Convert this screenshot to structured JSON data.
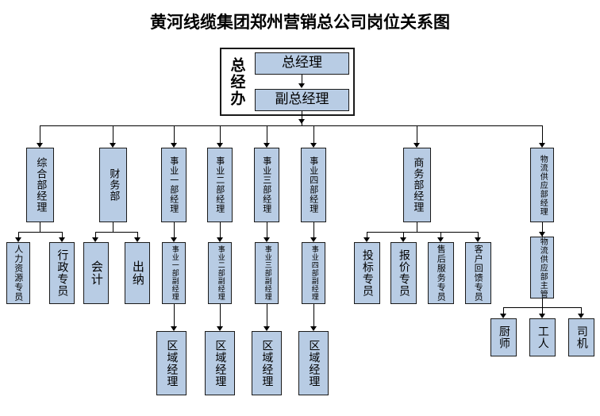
{
  "title": "黄河线缆集团郑州营销总公司岗位关系图",
  "colors": {
    "box_fill": "#b8cce4",
    "box_border": "#1a1a1a",
    "connector": "#000000",
    "background": "#ffffff",
    "text": "#000000"
  },
  "org": {
    "root": {
      "container_label": "总经办",
      "general_manager": "总经理",
      "deputy_general_manager": "副总经理"
    },
    "departments": [
      {
        "id": "general-affairs",
        "label": "综合部经理",
        "children": [
          {
            "id": "hr-specialist",
            "label": "人力资源专员"
          },
          {
            "id": "admin-specialist",
            "label": "行政专员"
          }
        ]
      },
      {
        "id": "finance",
        "label": "财务部",
        "children": [
          {
            "id": "accountant",
            "label": "会计"
          },
          {
            "id": "cashier",
            "label": "出纳"
          }
        ]
      },
      {
        "id": "division-1",
        "label": "事业一部经理",
        "children": [
          {
            "id": "division-1-deputy",
            "label": "事业一部副经理",
            "children": [
              {
                "id": "division-1-regional",
                "label": "区域经理"
              }
            ]
          }
        ]
      },
      {
        "id": "division-2",
        "label": "事业二部经理",
        "children": [
          {
            "id": "division-2-deputy",
            "label": "事业二部副经理",
            "children": [
              {
                "id": "division-2-regional",
                "label": "区域经理"
              }
            ]
          }
        ]
      },
      {
        "id": "division-3",
        "label": "事业三部经理",
        "children": [
          {
            "id": "division-3-deputy",
            "label": "事业三部副经理",
            "children": [
              {
                "id": "division-3-regional",
                "label": "区域经理"
              }
            ]
          }
        ]
      },
      {
        "id": "division-4",
        "label": "事业四部经理",
        "children": [
          {
            "id": "division-4-deputy",
            "label": "事业四部副经理",
            "children": [
              {
                "id": "division-4-regional",
                "label": "区域经理"
              }
            ]
          }
        ]
      },
      {
        "id": "commerce",
        "label": "商务部经理",
        "children": [
          {
            "id": "bidding-specialist",
            "label": "投标专员"
          },
          {
            "id": "quotation-specialist",
            "label": "报价专员"
          },
          {
            "id": "after-sales-specialist",
            "label": "售后服务专员"
          },
          {
            "id": "customer-feedback-specialist",
            "label": "客户回馈专员"
          }
        ]
      },
      {
        "id": "logistics",
        "label": "物流供应部经理",
        "children": [
          {
            "id": "logistics-supervisor",
            "label": "物流供应部主管",
            "children": [
              {
                "id": "cook",
                "label": "厨师"
              },
              {
                "id": "worker",
                "label": "工人"
              },
              {
                "id": "driver",
                "label": "司机"
              }
            ]
          }
        ]
      }
    ]
  },
  "nodes": {
    "gm": "总经理",
    "dgm": "副总经理",
    "gm_office": "总经办",
    "d1": "综合部经理",
    "d2": "财务部",
    "d3": "事业一部经理",
    "d4": "事业二部经理",
    "d5": "事业三部经理",
    "d6": "事业四部经理",
    "d7": "商务部经理",
    "d8": "物流供应部经理",
    "hr": "人力资源专员",
    "admin": "行政专员",
    "acct": "会计",
    "cash": "出纳",
    "dep1": "事业一部副经理",
    "dep2": "事业二部副经理",
    "dep3": "事业三部副经理",
    "dep4": "事业四部副经理",
    "reg1": "区域经理",
    "reg2": "区域经理",
    "reg3": "区域经理",
    "reg4": "区域经理",
    "bid": "投标专员",
    "quote": "报价专员",
    "aftersales": "售后服务专员",
    "feedback": "客户回馈专员",
    "logsup": "物流供应部主管",
    "cook": "厨师",
    "worker": "工人",
    "driver": "司机"
  }
}
